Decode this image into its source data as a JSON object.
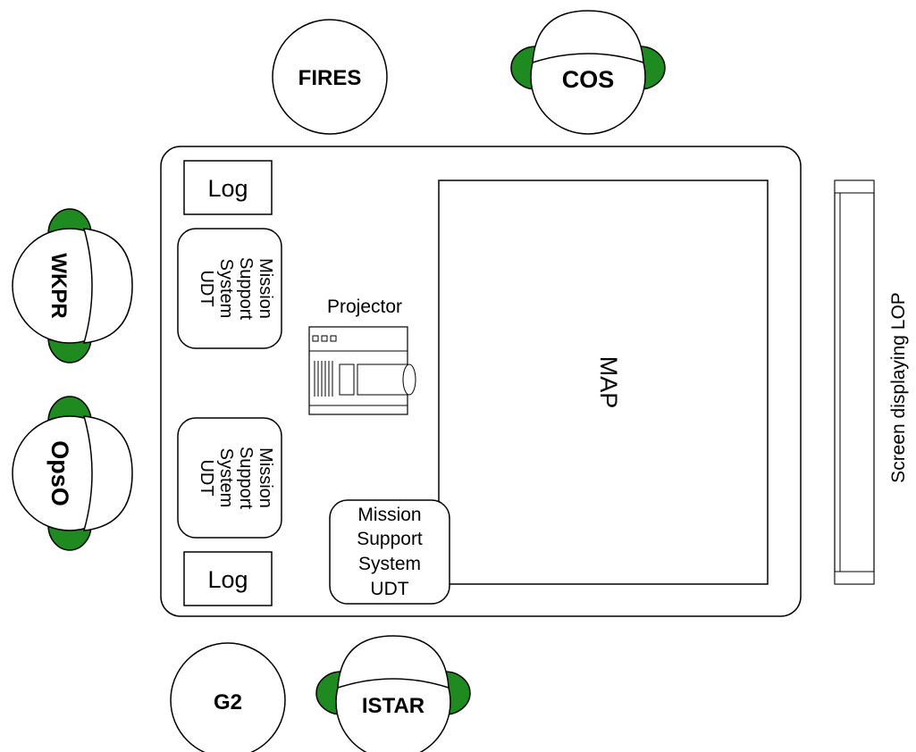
{
  "people": {
    "fires": "FIRES",
    "cos": "COS",
    "wkpr": "WKPR",
    "opso": "OpsO",
    "g2": "G2",
    "istar": "ISTAR"
  },
  "table": {
    "log_top": "Log",
    "log_bottom": "Log",
    "mss_left_1": [
      "Mission",
      "Support",
      "System",
      "UDT"
    ],
    "mss_left_2": [
      "Mission",
      "Support",
      "System",
      "UDT"
    ],
    "mss_bottom": [
      "Mission",
      "Support",
      "System",
      "UDT"
    ],
    "projector": "Projector",
    "map": "MAP"
  },
  "screen": {
    "label": "Screen displaying LOP"
  },
  "colors": {
    "ear": "#1f8a1f",
    "outline": "#000000",
    "fill": "#ffffff"
  }
}
